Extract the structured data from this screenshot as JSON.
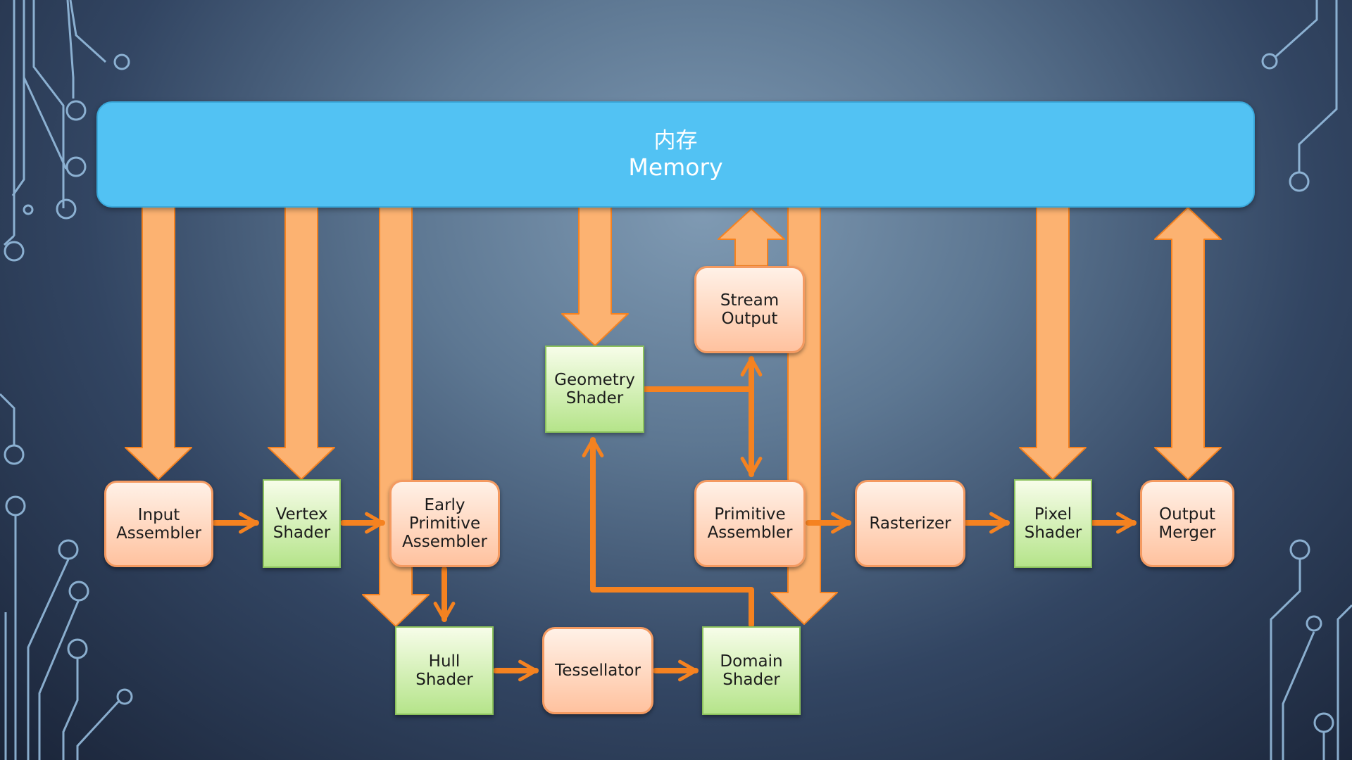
{
  "memory": {
    "zh": "内存",
    "en": "Memory"
  },
  "stages": {
    "input_assembler": [
      "Input",
      "Assembler"
    ],
    "vertex_shader": [
      "Vertex",
      "Shader"
    ],
    "early_primitive_assembler": [
      "Early",
      "Primitive",
      "Assembler"
    ],
    "hull_shader": [
      "Hull",
      "Shader"
    ],
    "tessellator": [
      "Tessellator"
    ],
    "domain_shader": [
      "Domain",
      "Shader"
    ],
    "geometry_shader": [
      "Geometry",
      "Shader"
    ],
    "stream_output": [
      "Stream",
      "Output"
    ],
    "primitive_assembler": [
      "Primitive",
      "Assembler"
    ],
    "rasterizer": [
      "Rasterizer"
    ],
    "pixel_shader": [
      "Pixel",
      "Shader"
    ],
    "output_merger": [
      "Output",
      "Merger"
    ]
  },
  "colors": {
    "memory": "#52c2f3",
    "memory_arrow": "#fcb271",
    "flow_arrow": "#f58220",
    "fixed_stage": "#ffc29f",
    "programmable_stage": "#b5e48a"
  }
}
